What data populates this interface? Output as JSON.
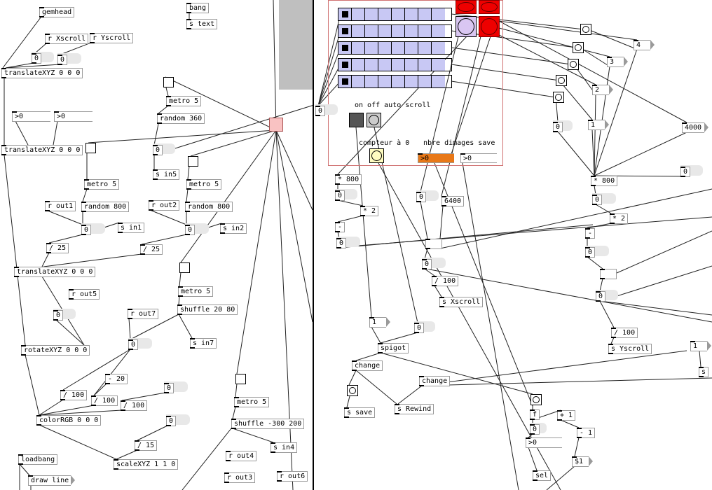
{
  "title": "Pure Data patch",
  "colors": {
    "wire": "#222222",
    "radio_fill": "#c8c8f4",
    "red": "#ee0000",
    "orange": "#e87818",
    "yellow": "#fffcc0",
    "pink": "#f9c2c2",
    "lilac": "#d9c6f2"
  },
  "left": {
    "gemhead": "gemhead",
    "bang": "bang",
    "s_text": "s text",
    "r_xscroll": "r Xscroll",
    "r_yscroll": "r Yscroll",
    "num0a": "0",
    "num0b": "0",
    "translate1": "translateXYZ 0 0 0",
    "nb1": ">0",
    "nb2": ">0",
    "translate2": "translateXYZ 0 0 0",
    "metro5a": "metro 5",
    "random360": "random 360",
    "num0c": "0",
    "s_in5": "s in5",
    "metro5b": "metro 5",
    "random800a": "random 800",
    "r_out1": "r out1",
    "num0d": "0",
    "s_in1": "s in1",
    "metro5c": "metro 5",
    "random800b": "random 800",
    "r_out2": "r out2",
    "num0e": "0",
    "s_in2": "s in2",
    "div25a": "/ 25",
    "div25b": "/ 25",
    "translate3": "translateXYZ 0 0 0",
    "metro5d": "metro 5",
    "shuffle2080": "shuffle 20 80",
    "s_in7": "s in7",
    "r_out5": "r out5",
    "num0f": "0",
    "r_out7": "r out7",
    "num0g": "0",
    "rotate": "rotateXYZ 0 0 0",
    "minus20": "- 20",
    "num0h": "0",
    "div100a": "/ 100",
    "div100b": "/ 100",
    "div100c": "/ 100",
    "colorRGB": "colorRGB 0 0 0",
    "num0i": "0",
    "div15": "/ 15",
    "scale": "scaleXYZ 1 1 0",
    "metro5e": "metro 5",
    "shuffle300": "shuffle -300 200",
    "s_in4": "s in4",
    "r_out4": "r out4",
    "r_out3": "r out3",
    "r_out6": "r out6",
    "loadbang": "loadbang",
    "draw_line": "draw line"
  },
  "right": {
    "onoff_label": "on off auto scroll",
    "compteur_label": "compteur à 0",
    "nbre_label": "nbre dimages save",
    "num0a": "0",
    "nb_orange": ">0",
    "nb_white": ">0",
    "mul800a": "* 800",
    "num0b": "0",
    "mul2a": "* 2",
    "minus": "-",
    "num0c": "0",
    "num0d": "0",
    "n6400": "6400",
    "num0e": "0",
    "div100a": "/ 100",
    "s_xscroll": "s Xscroll",
    "one": "1",
    "num0f": "0",
    "spigot": "spigot",
    "change1": "change",
    "change2": "change",
    "s_save": "s save",
    "s_rewind": "s Rewind",
    "n4": "4",
    "n3": "3",
    "n2": "2",
    "n1": "1",
    "num0g": "0",
    "n4000": "4000",
    "num0h": "0",
    "mul800b": "* 800",
    "num0i": "0",
    "mul2b": "* 2",
    "minus2": "-",
    "num0j": "0",
    "num0k": "0",
    "div100b": "/ 100",
    "s_yscroll": "s Yscroll",
    "f": "f",
    "plus1": "+ 1",
    "num0l": "0",
    "minus1": "- 1",
    "nb_bottom": ">0",
    "dollar1": "$1",
    "sel": "sel",
    "one_b": "1",
    "s_b": "s"
  }
}
